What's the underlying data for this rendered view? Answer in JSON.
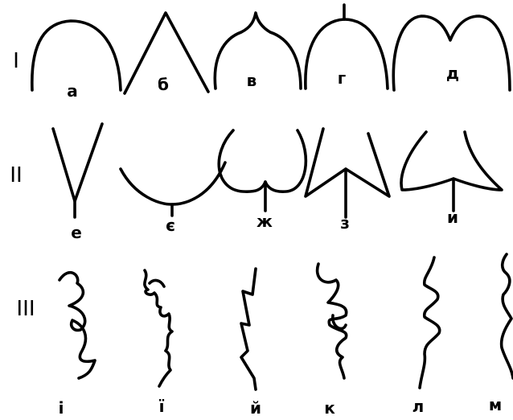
{
  "row_labels": [
    "I",
    "II",
    "III"
  ],
  "figure_labels": {
    "row1": [
      "а",
      "б",
      "в",
      "г",
      "д"
    ],
    "row2": [
      "е",
      "є",
      "ж",
      "з",
      "и"
    ],
    "row3": [
      "і",
      "ї",
      "й",
      "к",
      "л",
      "м"
    ]
  },
  "colors": {
    "ink": "#000000",
    "background": "#ffffff"
  }
}
